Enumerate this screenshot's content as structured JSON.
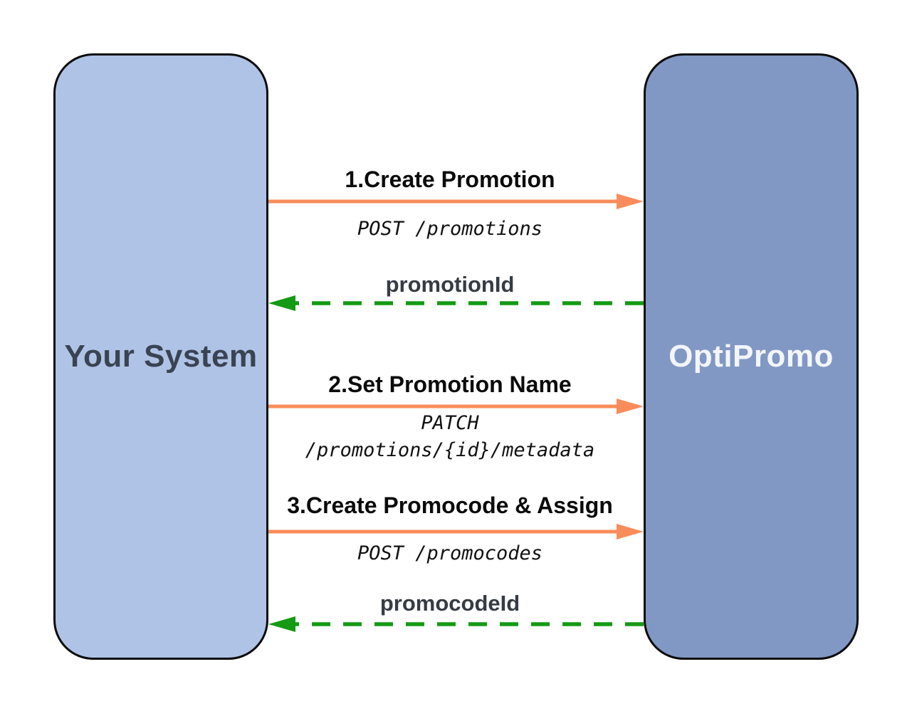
{
  "diagram": {
    "actors": {
      "left": {
        "label": "Your System"
      },
      "right": {
        "label": "OptiPromo"
      }
    },
    "messages": [
      {
        "step": "1.Create Promotion",
        "endpoint": "POST /promotions",
        "direction": "right",
        "line_style": "solid"
      },
      {
        "step": "promotionId",
        "direction": "left",
        "line_style": "dashed"
      },
      {
        "step": "2.Set Promotion Name",
        "endpoint_lines": [
          "PATCH",
          "/promotions/{id}/metadata"
        ],
        "direction": "right",
        "line_style": "solid"
      },
      {
        "step": "3.Create Promocode & Assign",
        "endpoint": "POST /promocodes",
        "direction": "right",
        "line_style": "solid"
      },
      {
        "step": "promocodeId",
        "direction": "left",
        "line_style": "dashed"
      }
    ],
    "colors": {
      "actor-left-bg": "#AFC3E6",
      "actor-right-bg": "#8198C4",
      "actor-border": "#0B0B0B",
      "arrow-solid": "#F88C5A",
      "arrow-dashed": "#149A14",
      "step-text": "#0B0B0B",
      "id-text": "#363C44",
      "left-label-text": "#3A4352",
      "right-label-text": "#F3F5F9",
      "endpoint-text": "#111111",
      "background": "#FFFFFF"
    }
  }
}
